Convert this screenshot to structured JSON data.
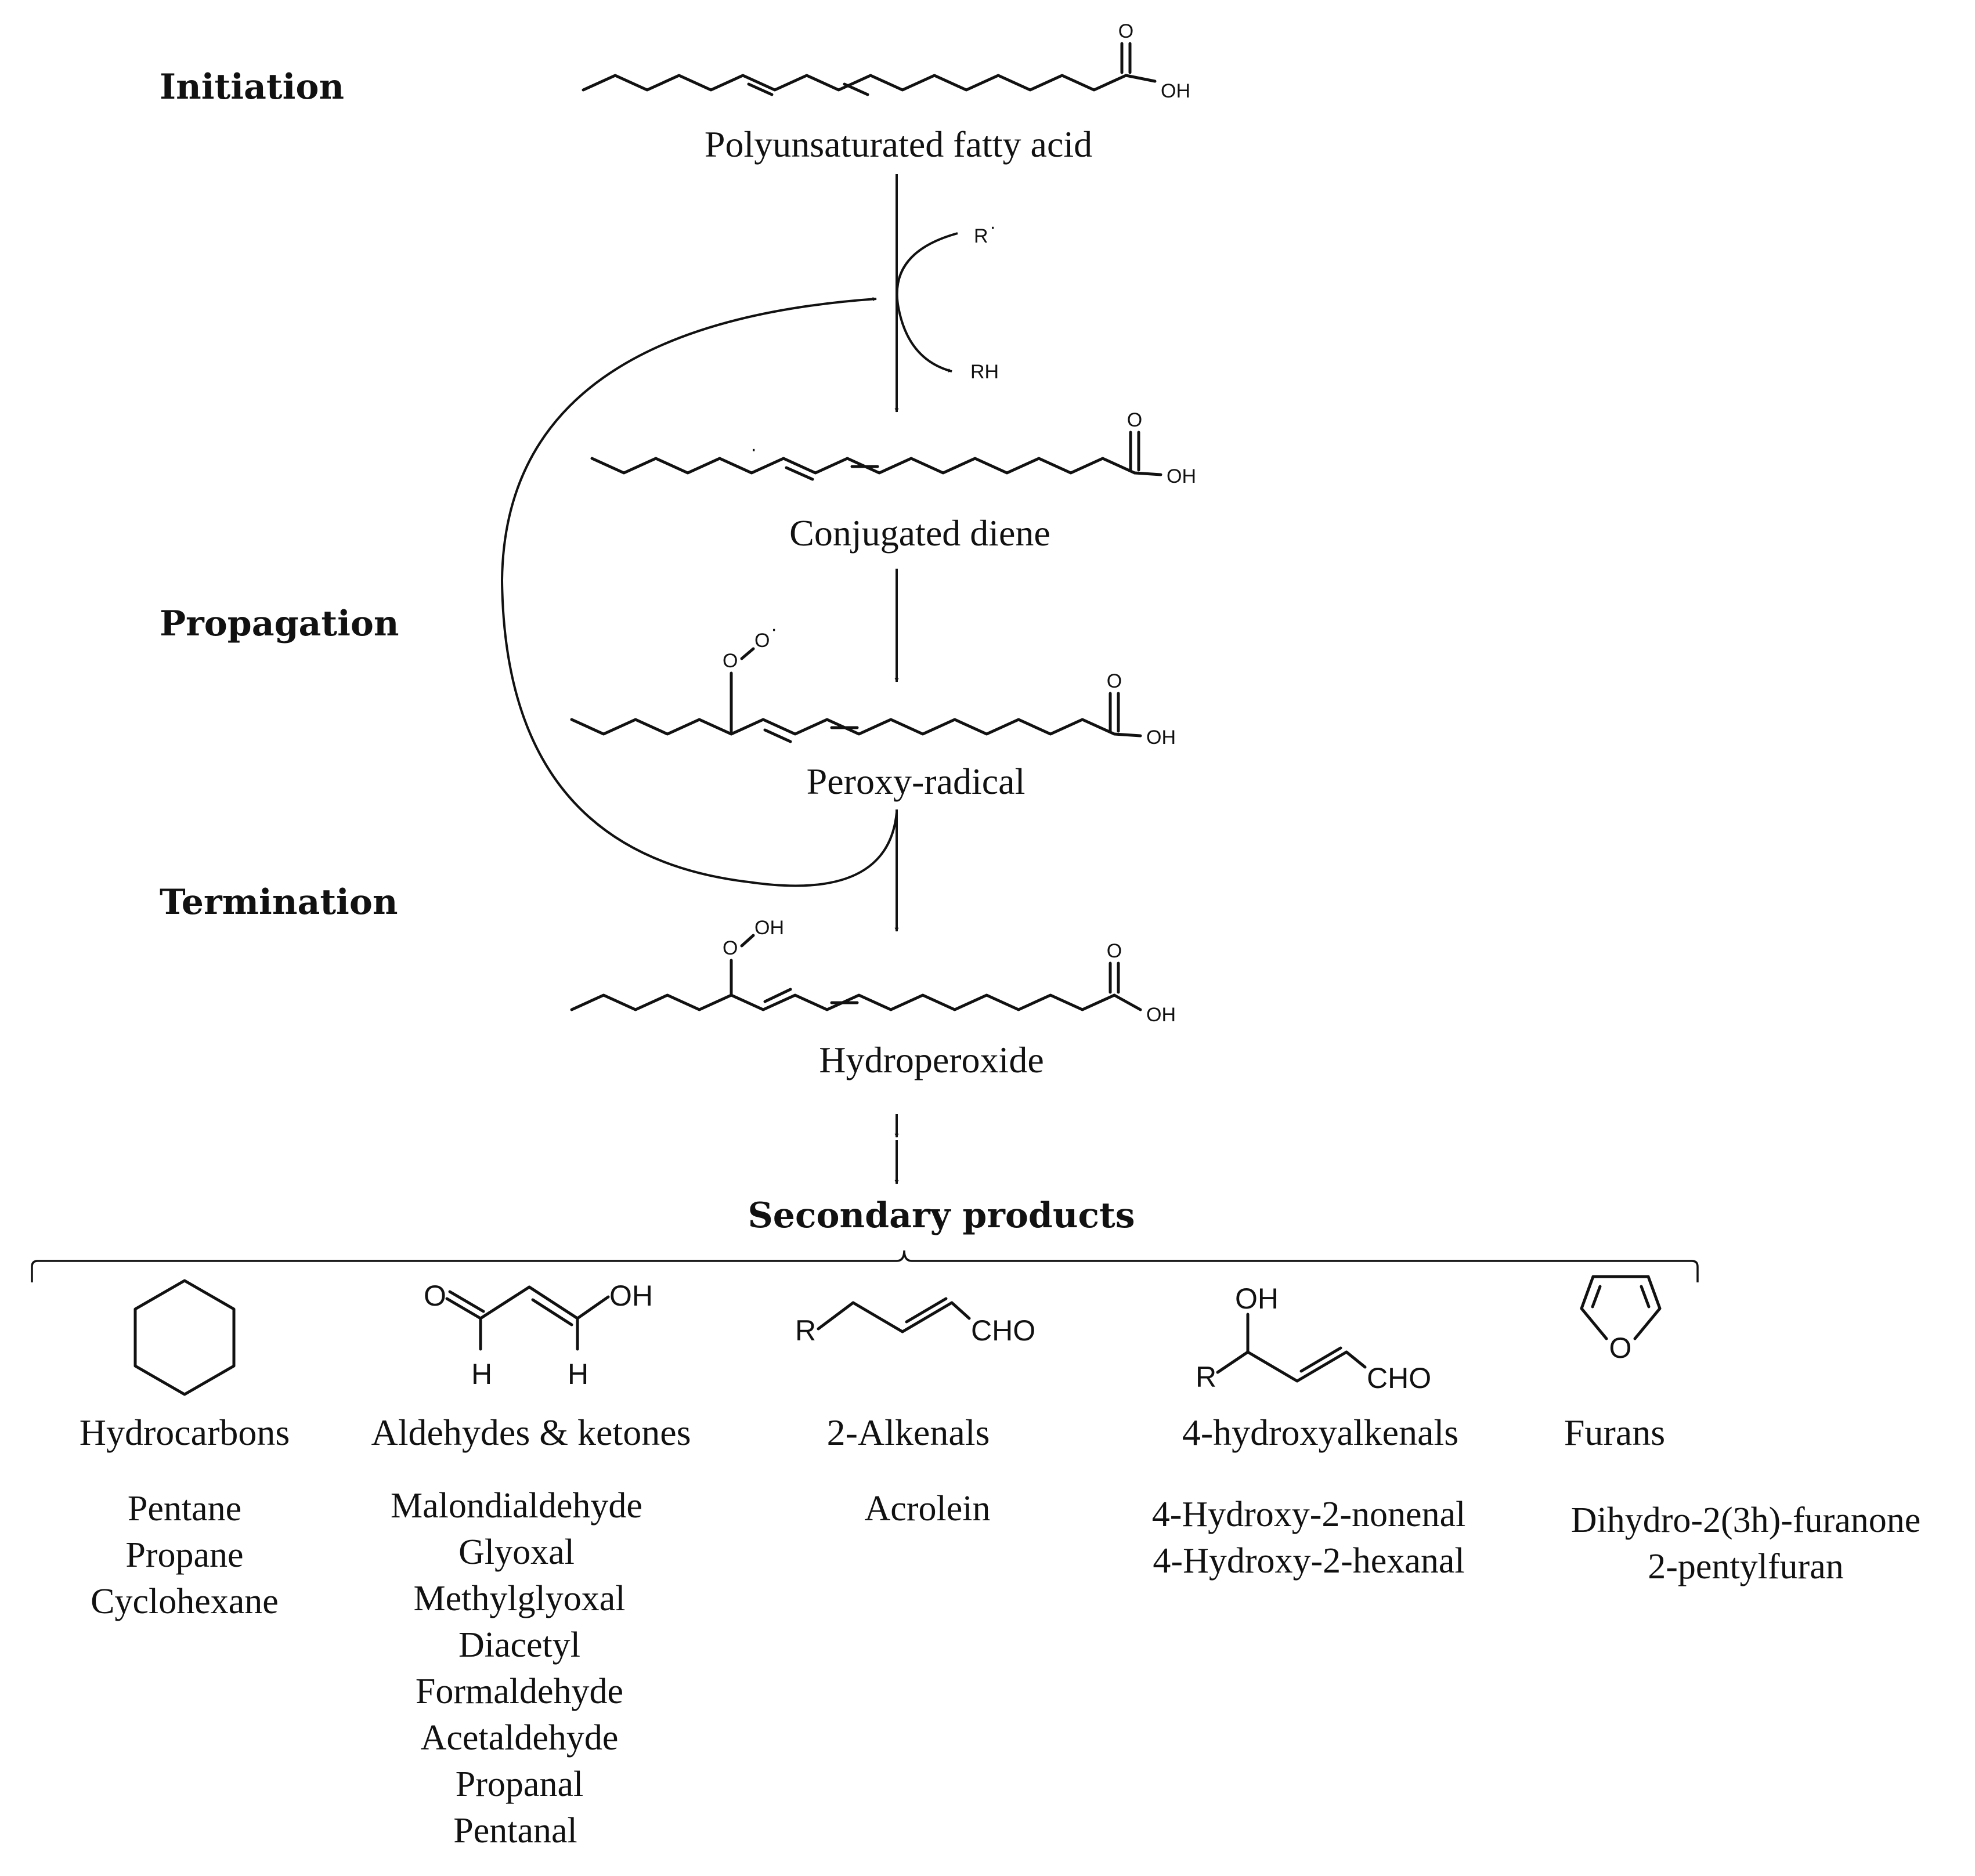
{
  "stages": {
    "initiation": "Initiation",
    "propagation": "Propagation",
    "termination": "Termination"
  },
  "molecules": {
    "pufa": "Polyunsaturated fatty acid",
    "diene": "Conjugated diene",
    "peroxy": "Peroxy-radical",
    "hydroperoxide": "Hydroperoxide"
  },
  "atoms": {
    "acid_o": "O",
    "acid_oh": "OH",
    "radical": "R",
    "radical_dot": "·",
    "rh": "RH",
    "carbon_dot": "·",
    "peroxy_o": "O",
    "peroxy_o2": "O",
    "hydroperoxy_oh": "OH",
    "aldehyde_o": "O",
    "aldehyde_oh": "OH",
    "aldehyde_h": "H",
    "r_group": "R",
    "cho": "CHO",
    "hydroxy_oh": "OH",
    "furan_o": "O"
  },
  "secondary": {
    "title": "Secondary products",
    "classes": [
      {
        "label": "Hydrocarbons",
        "items": [
          "Pentane",
          "Propane",
          "Cyclohexane"
        ]
      },
      {
        "label": "Aldehydes & ketones",
        "items": [
          "Malondialdehyde",
          "Glyoxal",
          "Methylglyoxal",
          "Diacetyl",
          "Formaldehyde",
          "Acetaldehyde",
          "Propanal",
          "Pentanal"
        ]
      },
      {
        "label": "2-Alkenals",
        "items": [
          "Acrolein"
        ]
      },
      {
        "label": "4-hydroxyalkenals",
        "items": [
          "4-Hydroxy-2-nonenal",
          "4-Hydroxy-2-hexanal"
        ]
      },
      {
        "label": "Furans",
        "items": [
          "Dihydro-2(3h)-furanone",
          "2-pentylfuran"
        ]
      }
    ]
  }
}
